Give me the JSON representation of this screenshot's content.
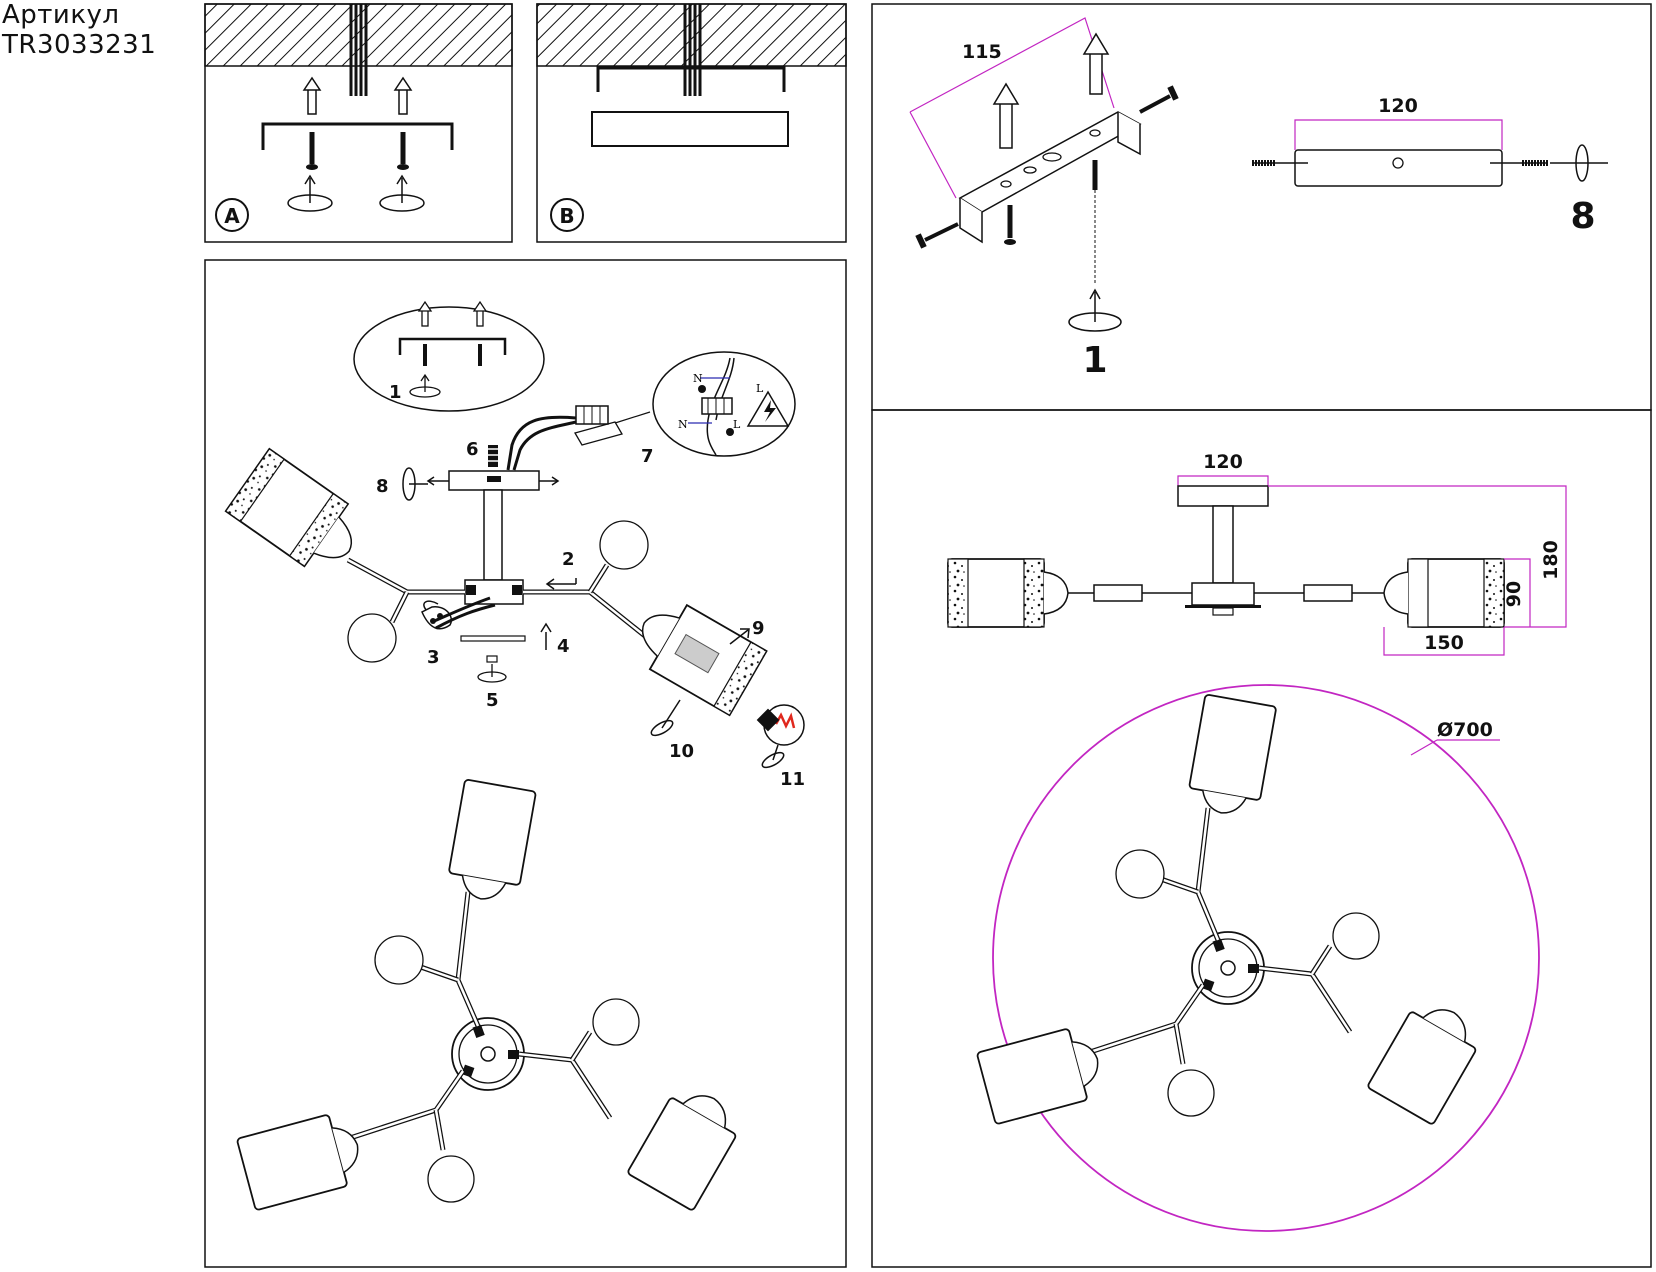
{
  "header": {
    "line1": "Артикул",
    "line2": "TR3033231"
  },
  "panel_a": {
    "badge": "A"
  },
  "panel_b": {
    "badge": "B"
  },
  "steps": {
    "s1": "1",
    "s2": "2",
    "s3": "3",
    "s4": "4",
    "s5": "5",
    "s6": "6",
    "s7": "7",
    "s8": "8",
    "s9": "9",
    "s10": "10",
    "s11": "11"
  },
  "wiring": {
    "n": "N",
    "l": "L"
  },
  "mount": {
    "dim_plate": "115",
    "dim_bar": "120",
    "step_a": "1",
    "step_b": "8"
  },
  "dimensions": {
    "width": "120",
    "height_total": "180",
    "height_shade": "90",
    "shade_length": "150",
    "diameter": "Ø700"
  },
  "colors": {
    "line": "#111111",
    "dimension": "#c226c2",
    "bulb": "#e0281e",
    "hatch_bg": "#ffffff"
  }
}
